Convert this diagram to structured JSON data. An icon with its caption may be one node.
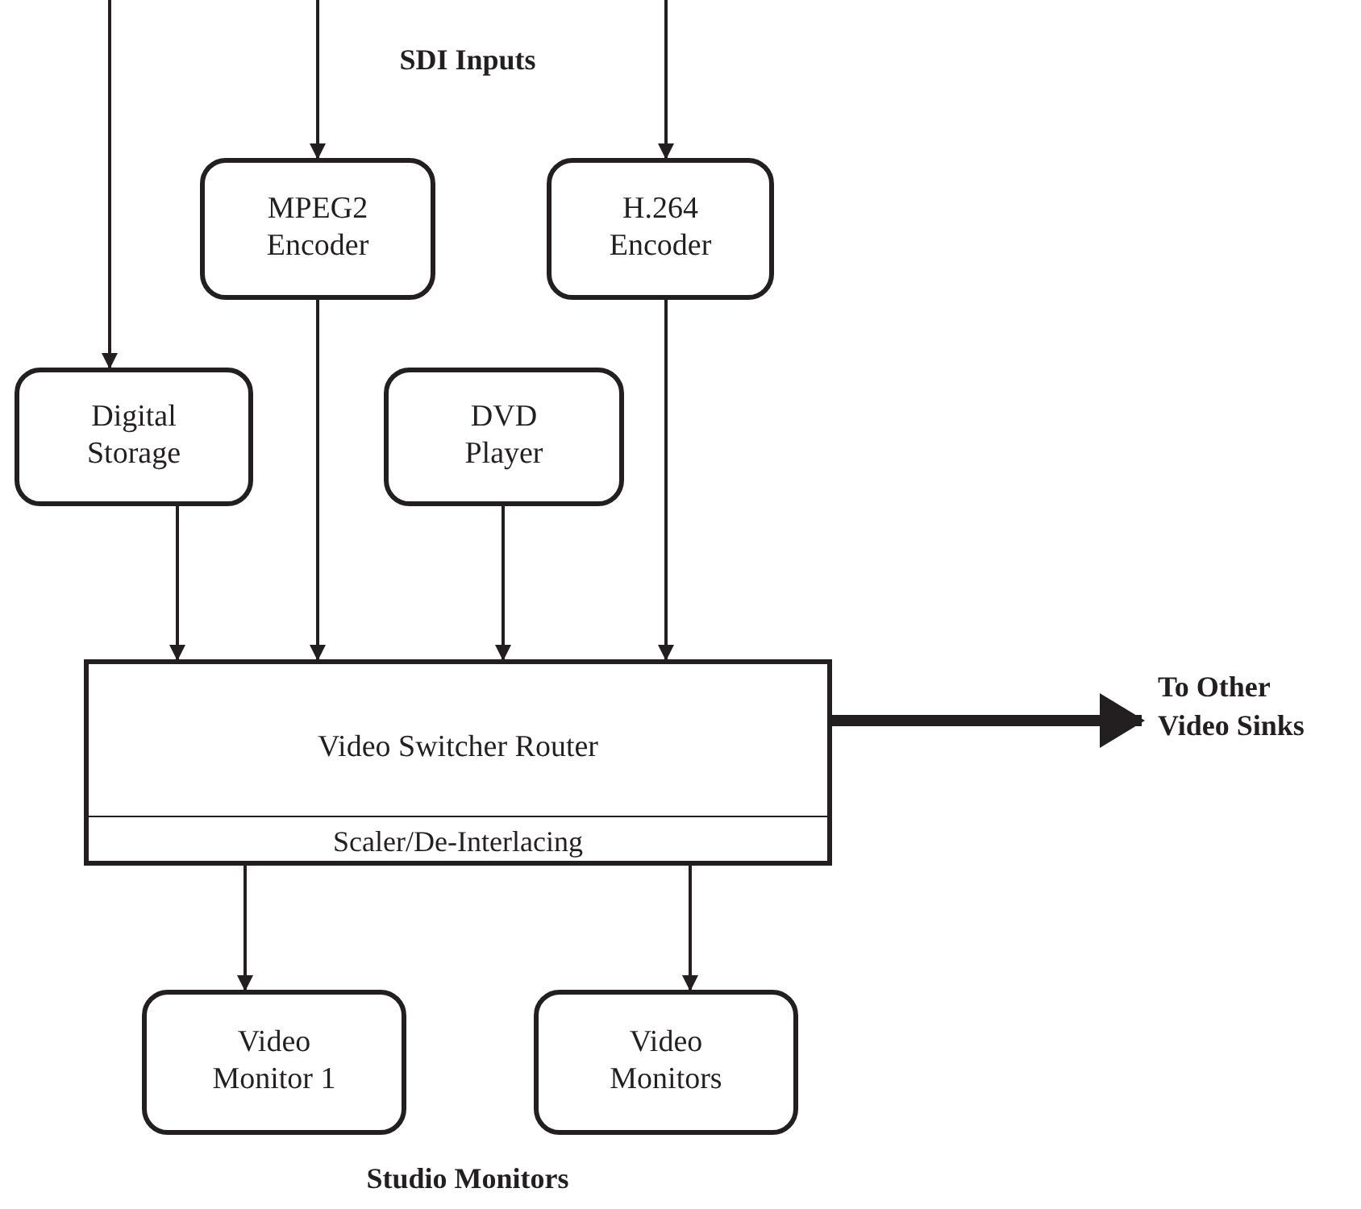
{
  "diagram": {
    "nodes": [
      {
        "text": [
          "MPEG2 Encoder"
        ]
      },
      {
        "text": [
          "H.264 Encoder"
        ]
      },
      {
        "text": [
          "Digital Storage"
        ]
      },
      {
        "text": [
          "DVD Player"
        ]
      },
      {
        "text": [
          "Video Switcher Router"
        ]
      },
      {
        "text": [
          "Scaler/De-Interlacing"
        ],
        "in": 4
      },
      {
        "text": [
          "Video Monitor 1"
        ]
      },
      {
        "text": [
          "Video Monitors"
        ]
      },
      {
        "text": [
          "To Other Video Sinks"
        ]
      }
    ],
    "edges": [
      {
        "from": null,
        "to": 2,
        "arrow": "to"
      },
      {
        "from": null,
        "to": 0,
        "arrow": "to"
      },
      {
        "from": null,
        "to": 1,
        "arrow": "to"
      },
      {
        "from": 2,
        "to": 4,
        "arrow": "to"
      },
      {
        "from": 0,
        "to": 4,
        "arrow": "to"
      },
      {
        "from": 3,
        "to": 4,
        "arrow": "to"
      },
      {
        "from": 1,
        "to": 4,
        "arrow": "to"
      },
      {
        "from": 5,
        "to": 6,
        "arrow": "to"
      },
      {
        "from": 5,
        "to": 7,
        "arrow": "to"
      },
      {
        "from": 4,
        "to": 8,
        "arrow": "to",
        "style": "thick"
      }
    ],
    "labels": [
      "SDI Inputs",
      "Studio Monitors"
    ]
  }
}
